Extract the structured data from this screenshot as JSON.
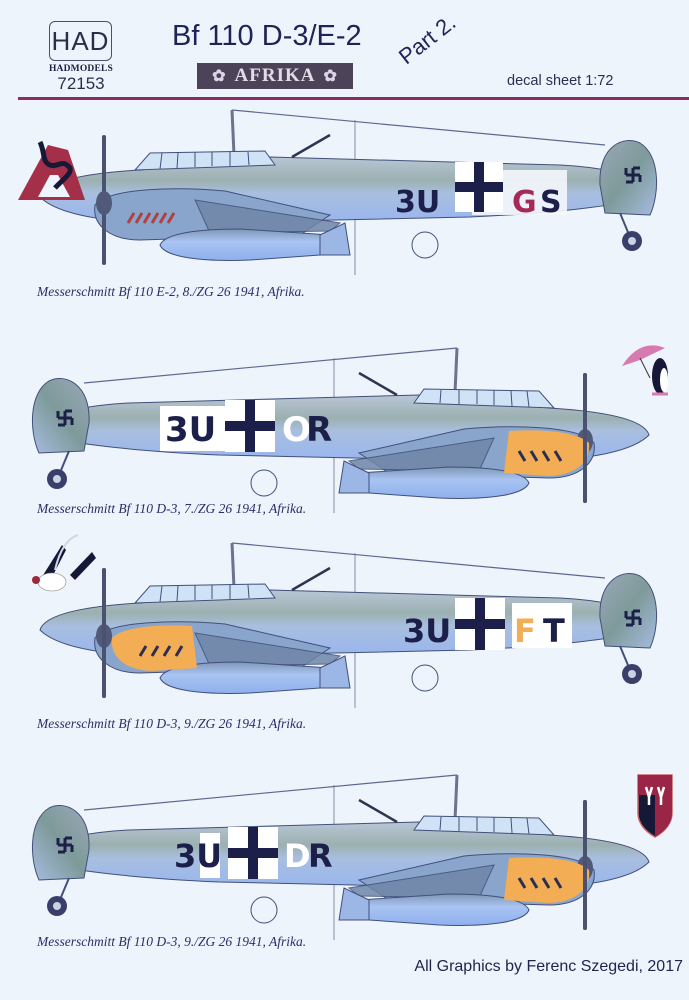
{
  "header": {
    "logo_text": "HAD",
    "brand": "HADMODELS",
    "product_code": "72153",
    "title": "Bf 110 D-3/E-2",
    "banner": "AFRIKA",
    "banner_icon": "palm-tree-icon",
    "part": "Part 2.",
    "scale": "decal sheet 1:72",
    "colors": {
      "rule": "#8e2a6a",
      "banner_bg": "#4c4358",
      "title": "#1e2456"
    }
  },
  "profiles": [
    {
      "caption": "Messerschmitt Bf 110 E-2, 8./ZG 26   1941, Afrika.",
      "codes": {
        "left": "3U",
        "right1": "G",
        "right2": "S"
      },
      "code_colors": {
        "left": "#1c1f4a",
        "right1": "#a52a57",
        "right2": "#1c1f4a"
      },
      "facing": "left",
      "engine_accent": "none",
      "emblem": "black-cat-on-red-triangle"
    },
    {
      "caption": "Messerschmitt Bf 110 D-3, 7./ZG 26   1941, Afrika.",
      "codes": {
        "left": "3U",
        "right1": "O",
        "right2": "R"
      },
      "code_colors": {
        "left": "#1c1f4a",
        "right1": "#ffffff",
        "right2": "#1c1f4a"
      },
      "facing": "right",
      "engine_accent": "#f2ad55",
      "emblem": "penguin-with-umbrella"
    },
    {
      "caption": "Messerschmitt Bf 110 D-3, 9./ZG 26   1941, Afrika.",
      "codes": {
        "left": "3U",
        "right1": "F",
        "right2": "T"
      },
      "code_colors": {
        "left": "#1c1f4a",
        "right1": "#f2ad55",
        "right2": "#1c1f4a"
      },
      "facing": "left",
      "engine_accent": "#f2ad55",
      "emblem": "white-rooster-crest"
    },
    {
      "caption": "Messerschmitt Bf 110 D-3, 9./ZG 26   1941, Afrika.",
      "codes": {
        "left": "3U",
        "right1": "D",
        "right2": "R"
      },
      "code_colors": {
        "left": "#1c1f4a",
        "right1": "#ffffff",
        "right2": "#1c1f4a"
      },
      "facing": "right",
      "engine_accent": "#f2ad55",
      "emblem": "rune-shield"
    }
  ],
  "footer": {
    "credit": "All Graphics by Ferenc Szegedi, 2017"
  }
}
